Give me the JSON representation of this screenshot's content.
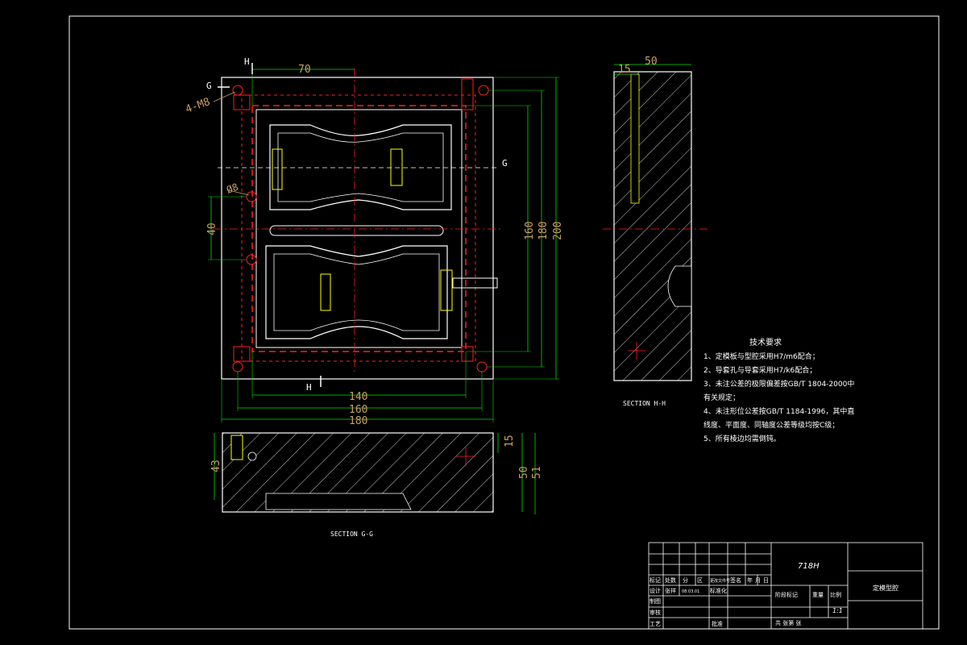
{
  "colors": {
    "background": "#000000",
    "border": "#ffffff",
    "outline": "#ffffff",
    "hidden": "#ff2020",
    "dimension": "#00e000",
    "dim_text": "#c8a060",
    "hatch": "#ffffff",
    "pink": "#ff60c0",
    "yellow": "#ffff00",
    "center": "#ff2020"
  },
  "plan_view": {
    "labels": {
      "h_top": "H",
      "h_bottom": "H",
      "g_left": "G",
      "g_right": "G",
      "hole_note": "4-M8",
      "dia_note": "Ø8"
    },
    "dims": {
      "d70": "70",
      "d40": "40",
      "d160v": "160",
      "d180v": "180",
      "d200v": "200",
      "d140": "140",
      "d160h": "160",
      "d180h": "180"
    }
  },
  "section_gg": {
    "title": "SECTION G-G",
    "dims": {
      "d43": "43",
      "d15": "15",
      "d50": "50",
      "d51": "51"
    }
  },
  "section_hh": {
    "title": "SECTION H-H",
    "dims": {
      "d15": "15",
      "d50": "50"
    }
  },
  "tech_requirements": {
    "title": "技术要求",
    "items": [
      "1、定模板与型腔采用H7/m6配合；",
      "2、导套孔与导套采用H7/k6配合；",
      "3、未注公差的极限偏差按GB/T 1804-2000中",
      "    有关规定；",
      "4、未注形位公差按GB/T 1184-1996，其中直",
      "    线度、平面度、同轴度公差等级均按C级；",
      "5、所有棱边均需倒钝。"
    ]
  },
  "title_block": {
    "material": "718H",
    "drawing_name": "定模型腔",
    "scale_value": "1:1",
    "row_headers": [
      "标记",
      "处数",
      "分",
      "区",
      "更改文件号",
      "签名",
      "年",
      "月",
      "日"
    ],
    "designer_label": "设计",
    "designer_name": "张祥",
    "design_date": "08.03.01",
    "std_label": "标准化",
    "draw_label": "制图",
    "check_label": "审核",
    "process_label": "工艺",
    "approve_label": "批准",
    "stage_label": "阶段标记",
    "weight_label": "重量",
    "scale_label": "比例",
    "sheets_label": "共    张第    张"
  }
}
